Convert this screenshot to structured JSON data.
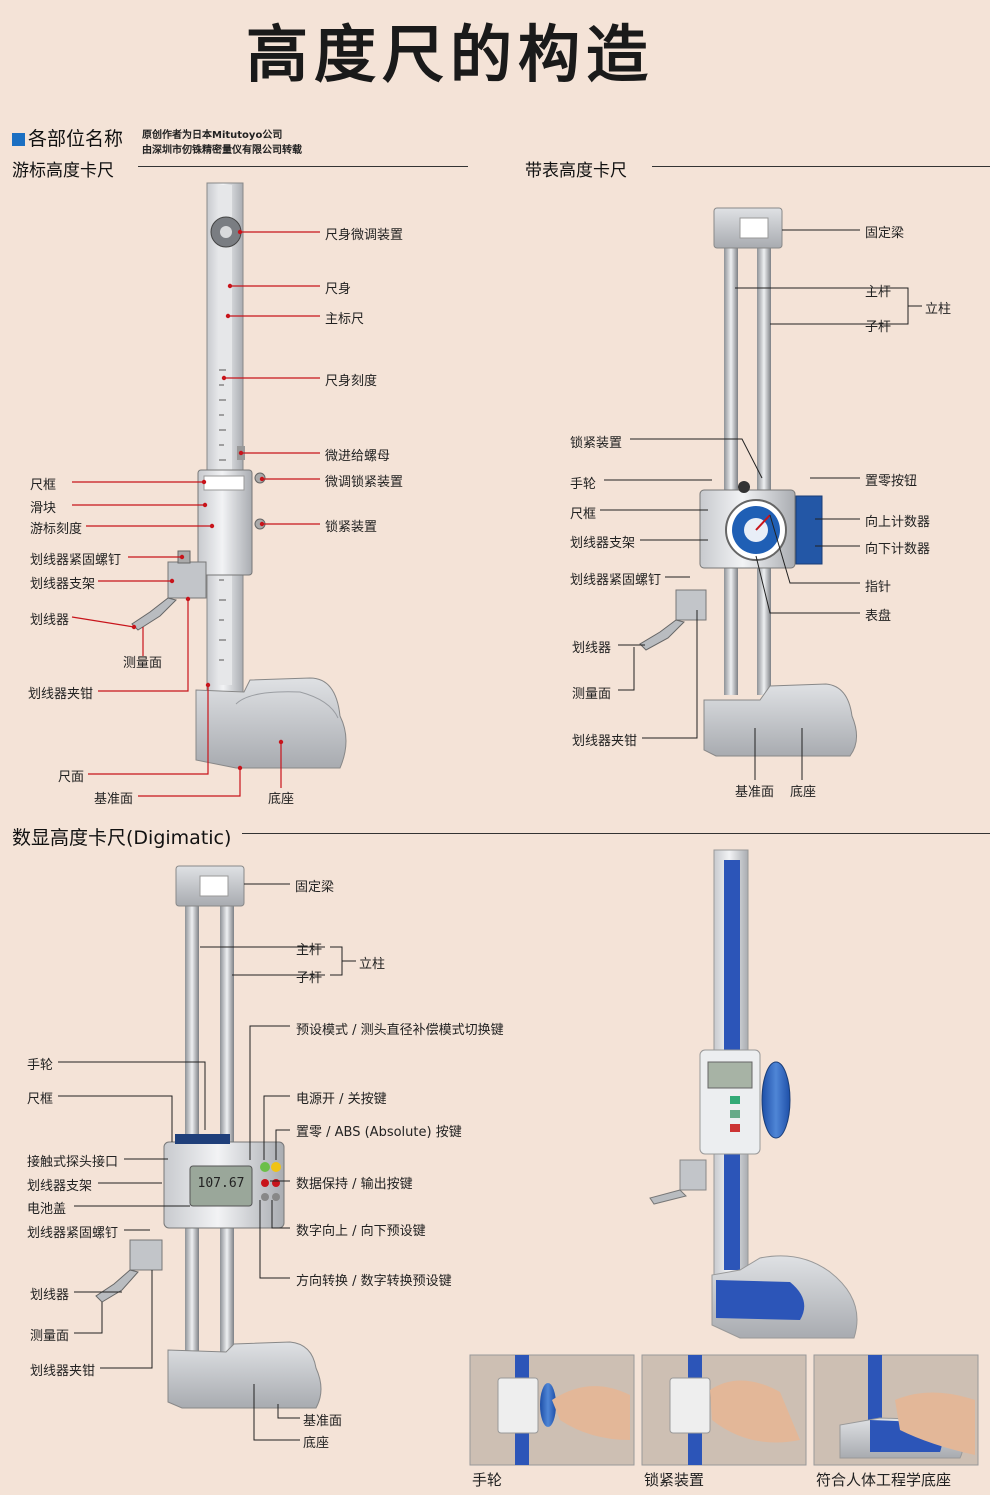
{
  "title": "高度尺的构造",
  "header": {
    "section_heading": "各部位名称",
    "credit_line1": "原创作者为日本Mitutoyo公司",
    "credit_line2": "由深圳市仞铢精密量仪有限公司转载"
  },
  "vernier": {
    "heading": "游标高度卡尺",
    "labels": {
      "beam_fine_adjust": "尺身微调装置",
      "beam": "尺身",
      "main_scale": "主标尺",
      "beam_graduation": "尺身刻度",
      "feed_nut": "微进给螺母",
      "fine_lock": "微调锁紧装置",
      "slider_frame": "尺框",
      "slider": "滑块",
      "vernier_scale": "游标刻度",
      "lock": "锁紧装置",
      "scriber_screw": "划线器紧固螺钉",
      "scriber_bracket": "划线器支架",
      "scriber": "划线器",
      "measuring_face": "测量面",
      "scriber_clamp": "划线器夹钳",
      "beam_face": "尺面",
      "reference_face": "基准面",
      "base": "底座"
    }
  },
  "dial": {
    "heading": "带表高度卡尺",
    "labels": {
      "fixed_beam": "固定梁",
      "main_post": "主杆",
      "sub_post": "子杆",
      "column": "立柱",
      "lock": "锁紧装置",
      "handwheel": "手轮",
      "slider_frame": "尺框",
      "scriber_bracket": "划线器支架",
      "scriber_screw": "划线器紧固螺钉",
      "scriber": "划线器",
      "measuring_face": "测量面",
      "scriber_clamp": "划线器夹钳",
      "reference_face": "基准面",
      "base": "底座",
      "zero_button": "置零按钮",
      "up_counter": "向上计数器",
      "down_counter": "向下计数器",
      "pointer": "指针",
      "dial_face": "表盘"
    }
  },
  "digimatic": {
    "heading": "数显高度卡尺(Digimatic)",
    "display_value": "107.67",
    "labels": {
      "fixed_beam": "固定梁",
      "main_post": "主杆",
      "sub_post": "子杆",
      "column": "立柱",
      "preset_mode": "预设模式 / 测头直径补偿模式切换键",
      "handwheel": "手轮",
      "slider_frame": "尺框",
      "power": "电源开 / 关按键",
      "zero_abs": "置零 / ABS (Absolute) 按键",
      "probe_port": "接触式探头接口",
      "scriber_bracket": "划线器支架",
      "data_hold": "数据保持 / 输出按键",
      "battery_cover": "电池盖",
      "scriber_screw": "划线器紧固螺钉",
      "digit_preset": "数字向上 / 向下预设键",
      "scriber": "划线器",
      "measuring_face": "测量面",
      "direction": "方向转换 / 数字转换预设键",
      "scriber_clamp": "划线器夹钳",
      "reference_face": "基准面",
      "base": "底座"
    }
  },
  "photos": {
    "caption1": "手轮",
    "caption2": "锁紧装置",
    "caption3": "符合人体工程学底座"
  }
}
